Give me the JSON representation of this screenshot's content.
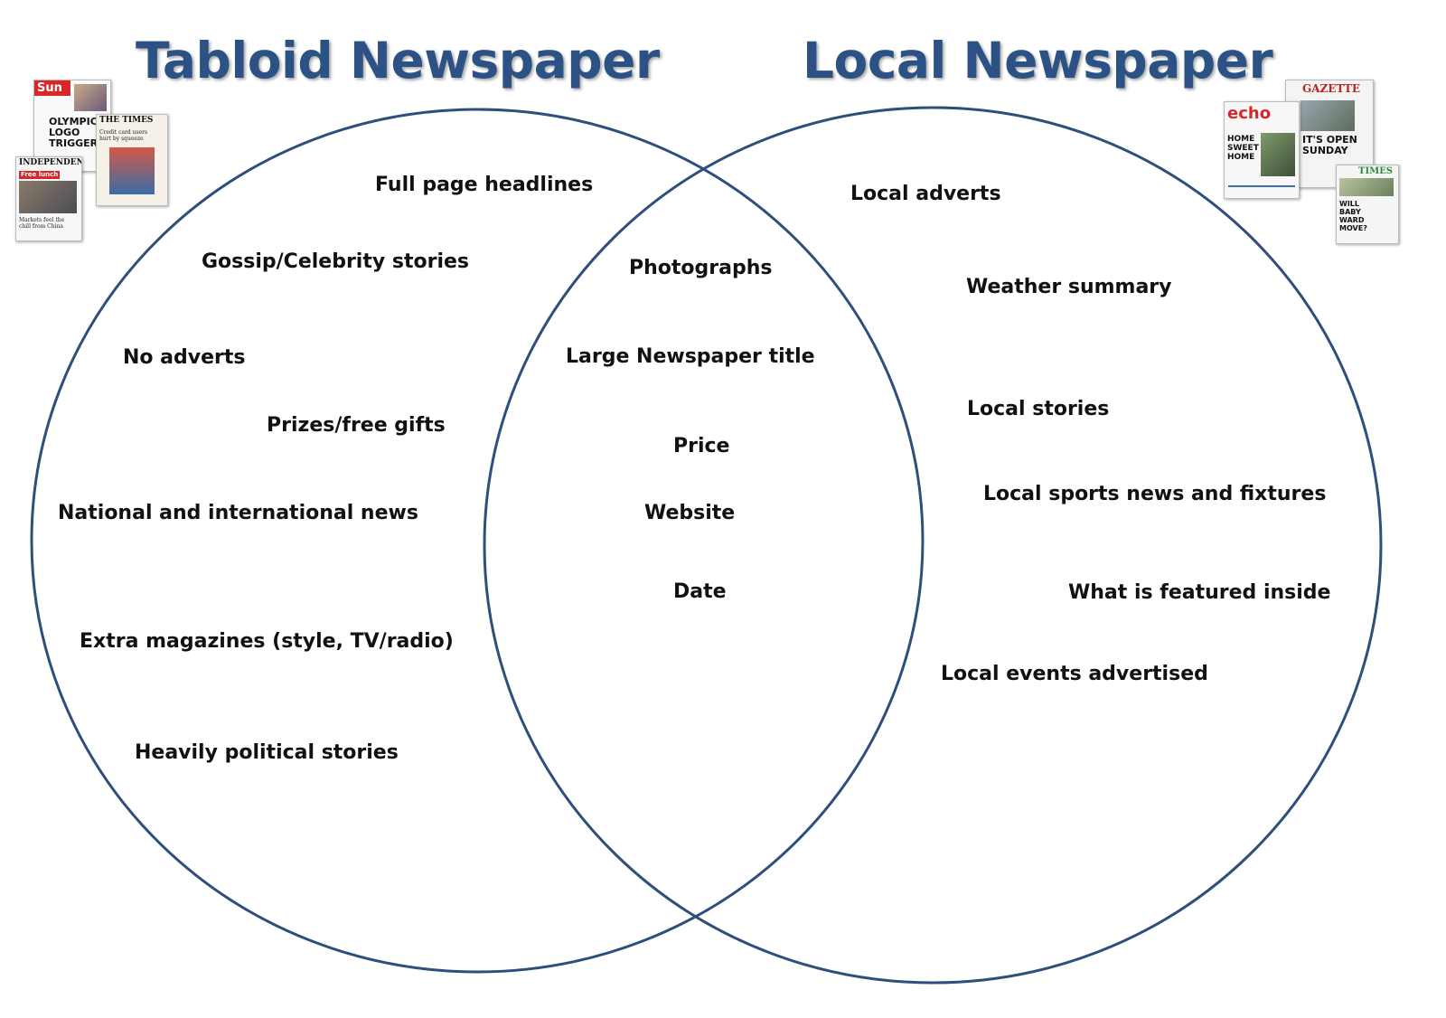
{
  "titles": {
    "left": "Tabloid Newspaper",
    "right": "Local Newspaper"
  },
  "colors": {
    "title": "#2b5185",
    "circle_stroke": "#2e4f7c",
    "text": "#111111"
  },
  "sets": {
    "tabloid_only": [
      "Full page headlines",
      "Gossip/Celebrity stories",
      "No adverts",
      "Prizes/free gifts",
      "National and international news",
      "Extra magazines (style, TV/radio)",
      "Heavily political stories"
    ],
    "both": [
      "Photographs",
      "Large Newspaper title",
      "Price",
      "Website",
      "Date"
    ],
    "local_only": [
      "Local adverts",
      "Weather summary",
      "Local stories",
      "Local sports news and fixtures",
      "What is featured inside",
      "Local events advertised"
    ]
  },
  "thumbnails": {
    "left": {
      "sun": "Sun",
      "sun_headline": "OLYMPIC LOGO TRIGGER",
      "times": "THE TIMES",
      "times_headline": "Credit card users hurt by squeeze",
      "independent": "INDEPENDENT",
      "independent_tag": "Free lunch",
      "independent_caption": "Markets feel the chill from China"
    },
    "right": {
      "echo": "echo",
      "echo_headline": "HOME SWEET HOME",
      "gazette": "GAZETTE",
      "gazette_headline": "IT'S OPEN SUNDAY",
      "times": "TIMES",
      "times_headline": "WILL BABY WARD MOVE?"
    }
  }
}
